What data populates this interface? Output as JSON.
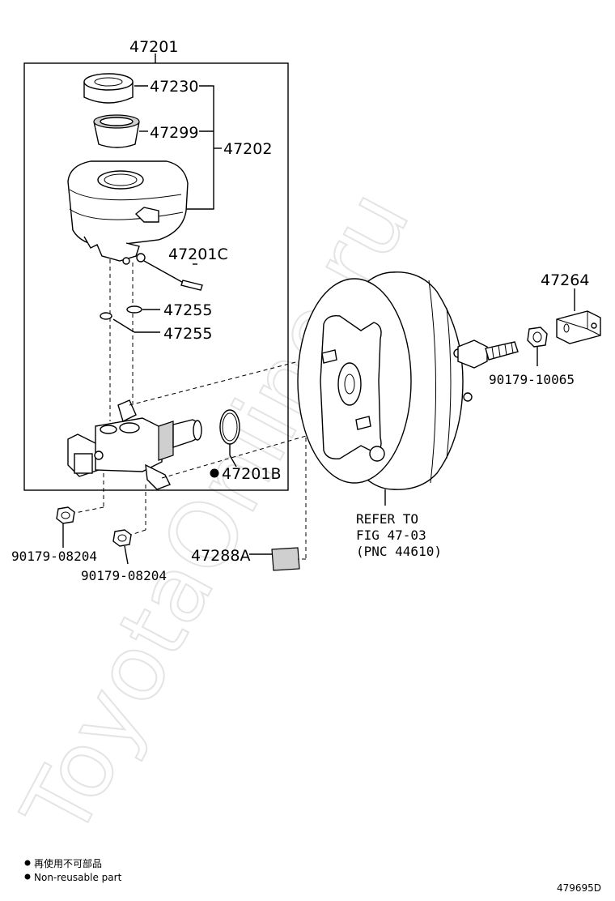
{
  "watermark": "ToyotaOnline.ru",
  "callouts": {
    "assembly": "47201",
    "cap": "47230",
    "strainer": "47299",
    "reservoir_set": "47202",
    "pin": "47201C",
    "grommet_upper": "47255",
    "grommet_lower": "47255",
    "oring": "47201B",
    "clevis": "47264",
    "nut_rod": "90179-10065",
    "nut_left": "90179-08204",
    "nut_right": "90179-08204",
    "label_plate": "47288A",
    "refer_line1": "REFER TO",
    "refer_line2": "FIG 47-03",
    "refer_line3": "(PNC 44610)"
  },
  "legend": {
    "japanese": "再使用不可部品",
    "english": "Non-reusable part"
  },
  "figure_id": "479695D"
}
